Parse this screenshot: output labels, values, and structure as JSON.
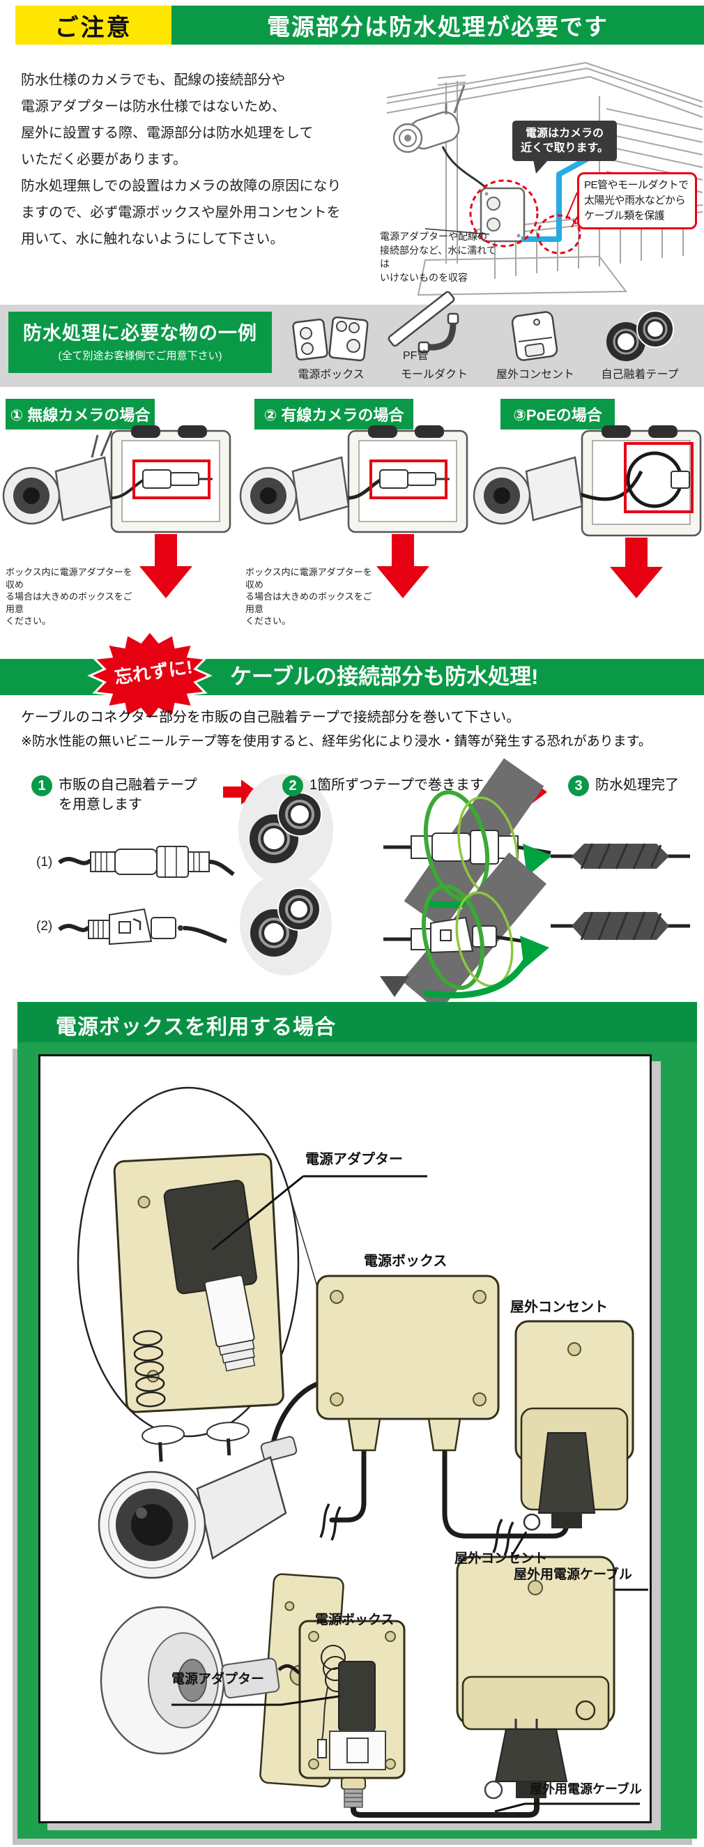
{
  "colors": {
    "green": "#0a9a47",
    "yellow": "#ffe600",
    "red": "#e60012",
    "blue_duct": "#29abe2",
    "gray_band": "#d5d5d6",
    "cream": "#ece4bd",
    "tape_black": "#2c2c2c"
  },
  "header": {
    "caution": "ご注意",
    "title": "電源部分は防水処理が必要です"
  },
  "intro": {
    "text": "防水仕様のカメラでも、配線の接続部分や\n電源アダプターは防水仕様ではないため、\n屋外に設置する際、電源部分は防水処理をして\nいただく必要があります。\n防水処理無しでの設置はカメラの故障の原因になり\nますので、必ず電源ボックスや屋外用コンセントを\n用いて、水に触れないようにして下さい。"
  },
  "house": {
    "bubble": "電源はカメラの\n近くで取ります。",
    "pe_note": "PE管やモールダクトで\n太陽光や雨水などから\nケーブル類を保護",
    "adapter_note": "電源アダプターや配線の\n接続部分など、水に濡れては\nいけないものを収容"
  },
  "materials": {
    "title": "防水処理に必要な物の一例",
    "subtitle": "(全て別途お客様側でご用意下さい)",
    "item_box": "電源ボックス",
    "item_pf": "PF管",
    "item_duct": "モールダクト",
    "item_outlet": "屋外コンセント",
    "item_tape": "自己融着テープ"
  },
  "cases": {
    "case1": "① 無線カメラの場合",
    "case2": "② 有線カメラの場合",
    "case3": "③PoEの場合",
    "note": "ボックス内に電源アダプターを収め\nる場合は大きめのボックスをご用意\nください。"
  },
  "reminder": {
    "badge": "忘れずに!",
    "title": "ケーブルの接続部分も防水処理!",
    "line1": "ケーブルのコネクター部分を市販の自己融着テープで接続部分を巻いて下さい。",
    "line2": "※防水性能の無いビニールテープ等を使用すると、経年劣化により浸水・錆等が発生する恐れがあります。"
  },
  "steps": {
    "s1_num": "1",
    "s1_text": "市販の自己融着テープ\nを用意します",
    "s2_num": "2",
    "s2_text": "1箇所ずつテープで巻きます",
    "s3_num": "3",
    "s3_text": "防水処理完了",
    "row1": "(1)",
    "row2": "(2)"
  },
  "powerbox": {
    "title": "電源ボックスを利用する場合",
    "label_adapter": "電源アダプター",
    "label_box": "電源ボックス",
    "label_outlet": "屋外コンセント",
    "label_cable": "屋外用電源ケーブル"
  }
}
